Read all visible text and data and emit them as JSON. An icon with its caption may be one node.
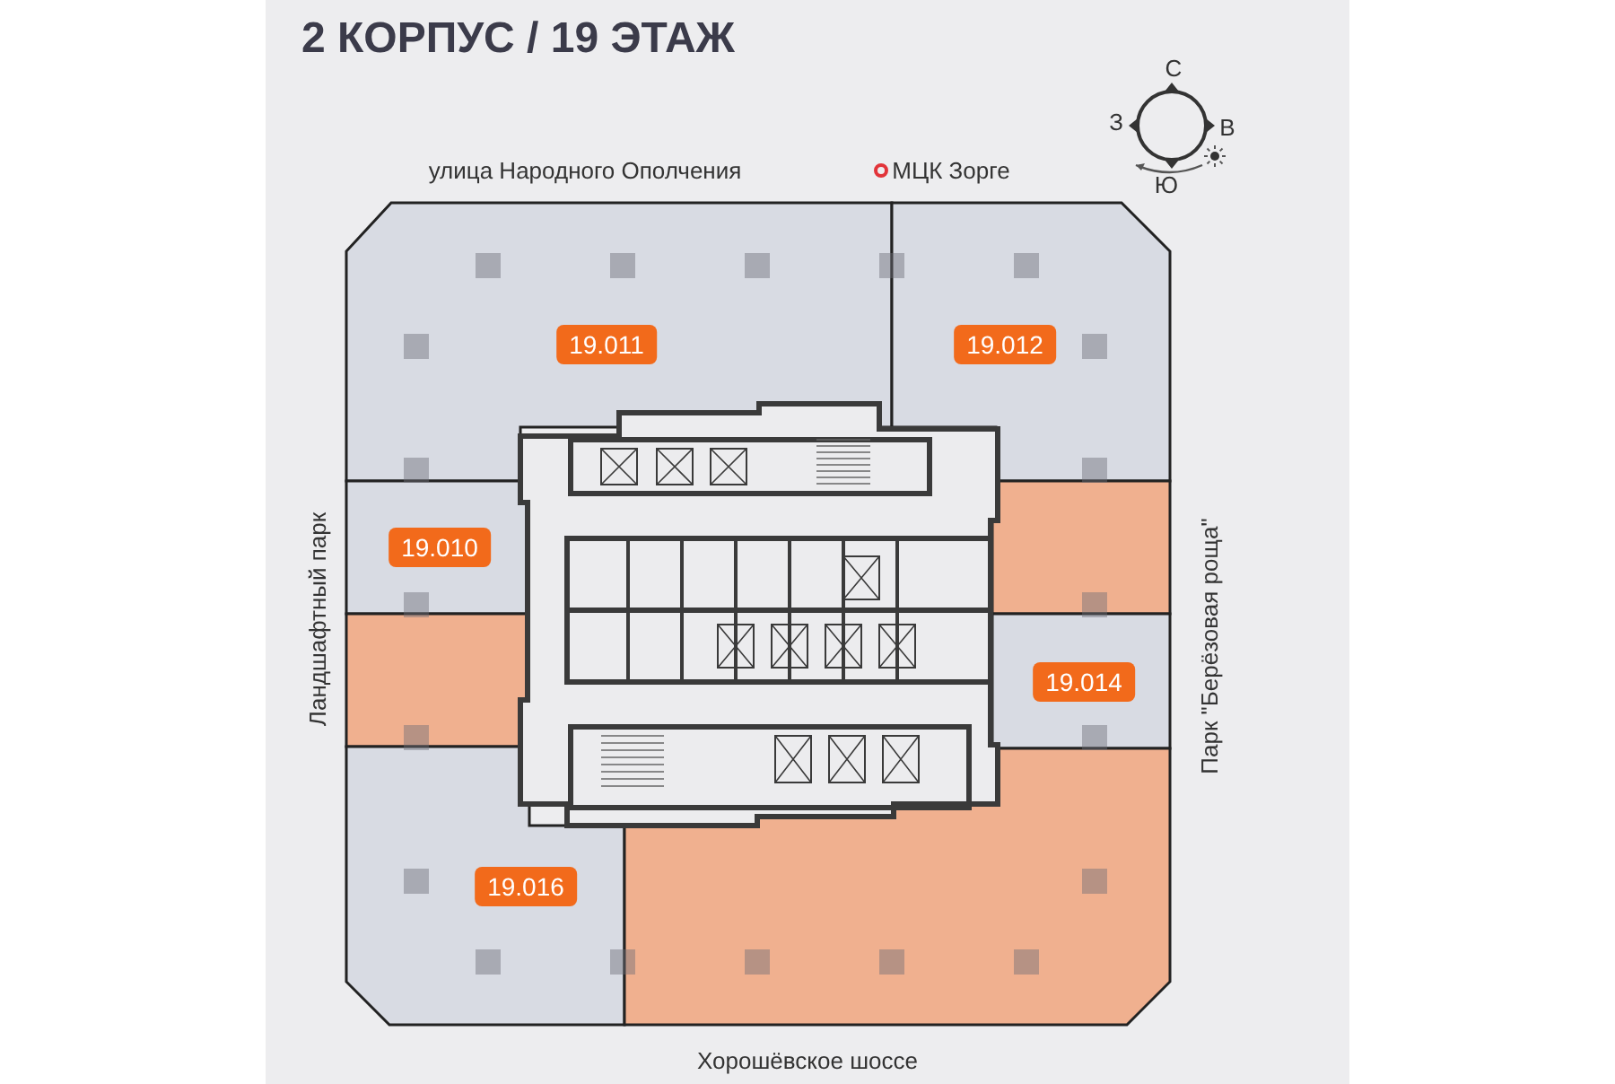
{
  "diagram": {
    "title": "2 КОРПУС / 19 ЭТАЖ",
    "nodes": [
      {
        "text": [
          "19.011"
        ]
      },
      {
        "text": [
          "19.012"
        ]
      },
      {
        "text": [
          "19.010"
        ]
      },
      {
        "text": [],
        "shape": "box"
      },
      {
        "text": [],
        "shape": "box"
      },
      {
        "text": [
          "19.014"
        ]
      },
      {
        "text": [
          "19.016"
        ]
      },
      {
        "text": [],
        "shape": "box"
      }
    ],
    "edges": [],
    "labels": [
      "С",
      "З",
      "В",
      "Ю",
      "улица Народного Ополчения",
      "МЦК Зорге",
      "Ландшафтный парк",
      "Парк \"Берёзовая роща\"",
      "Хорошёвское шоссе"
    ]
  }
}
